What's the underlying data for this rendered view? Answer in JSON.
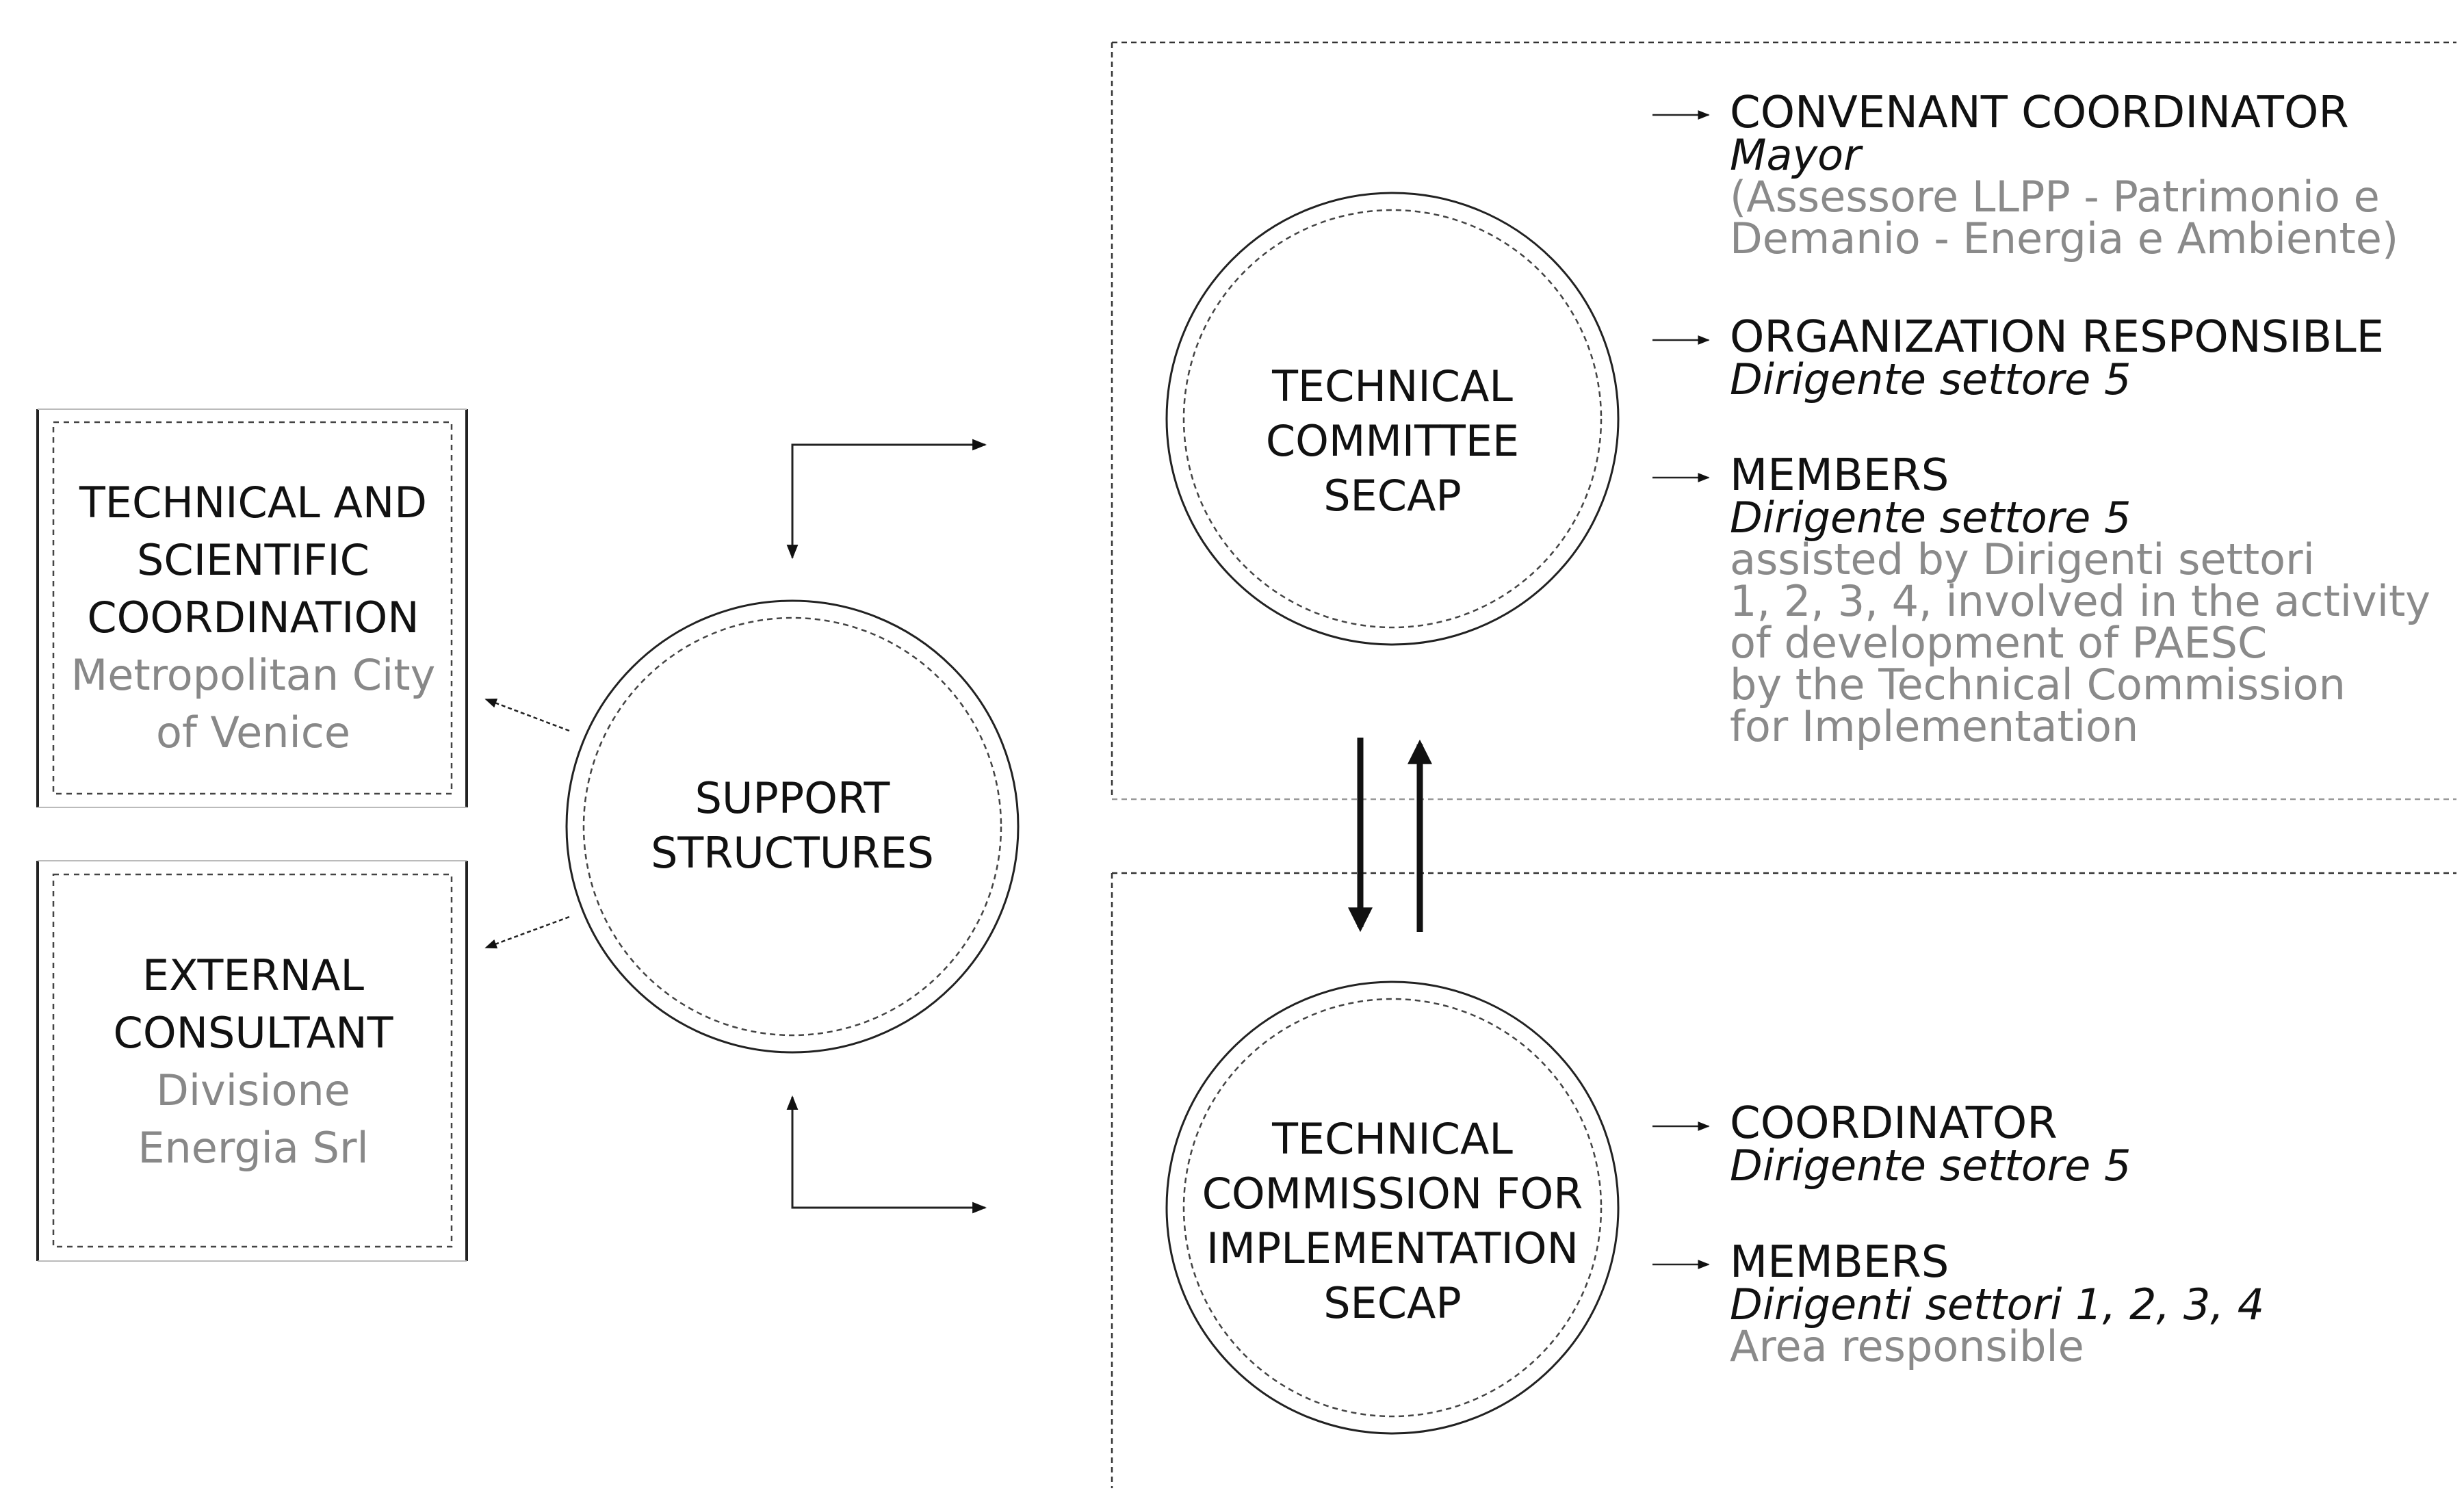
{
  "left_boxes": [
    {
      "title_lines": [
        "TECHNICAL AND",
        "SCIENTIFIC",
        "COORDINATION"
      ],
      "sub_lines": [
        "Metropolitan City",
        "of Venice"
      ]
    },
    {
      "title_lines": [
        "EXTERNAL",
        "CONSULTANT"
      ],
      "sub_lines": [
        "Divisione",
        "Energia Srl"
      ]
    }
  ],
  "circles": {
    "support": {
      "lines": [
        "SUPPORT",
        "STRUCTURES"
      ]
    },
    "committee": {
      "lines": [
        "TECHNICAL",
        "COMMITTEE",
        "SECAP"
      ]
    },
    "commission": {
      "lines": [
        "TECHNICAL",
        "COMMISSION FOR",
        "IMPLEMENTATION",
        "SECAP"
      ]
    }
  },
  "committee_roles": [
    {
      "role": "CONVENANT COORDINATOR",
      "person": "Mayor",
      "notes": [
        "(Assessore LLPP - Patrimonio e",
        "Demanio - Energia e Ambiente)"
      ]
    },
    {
      "role": "ORGANIZATION RESPONSIBLE",
      "person": "Dirigente settore 5",
      "notes": []
    },
    {
      "role": "MEMBERS",
      "person": "Dirigente settore 5",
      "notes": [
        "assisted by Dirigenti settori",
        "1, 2, 3, 4, involved in the activity",
        "of development of PAESC",
        "by the Technical Commission",
        "for Implementation"
      ]
    }
  ],
  "commission_roles": [
    {
      "role": "COORDINATOR",
      "person": "Dirigente settore 5",
      "notes": []
    },
    {
      "role": "MEMBERS",
      "person": "Dirigenti settori 1, 2, 3, 4",
      "notes": [
        "Area responsible"
      ]
    }
  ]
}
